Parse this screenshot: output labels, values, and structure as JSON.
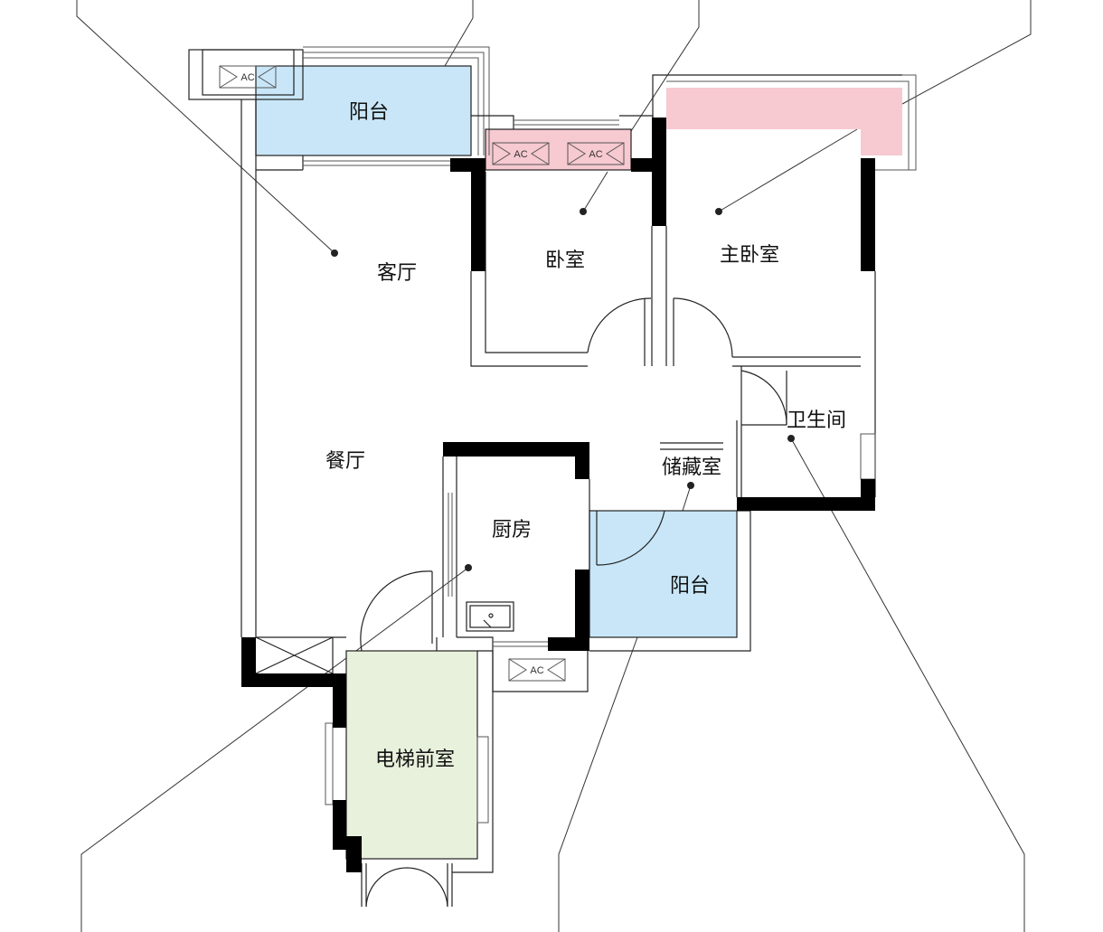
{
  "colors": {
    "balcony": "#c8e6f8",
    "ac_zone": "#f7c9d1",
    "elevator_lobby": "#e8f1dc",
    "wall": "#000000"
  },
  "rooms": {
    "balcony_north": "阳台",
    "living_room": "客厅",
    "bedroom": "卧室",
    "master_bedroom": "主卧室",
    "bathroom": "卫生间",
    "storage": "储藏室",
    "dining_room": "餐厅",
    "kitchen": "厨房",
    "balcony_south": "阳台",
    "elevator_lobby": "电梯前室"
  },
  "ac_units": [
    "AC",
    "AC",
    "AC",
    "AC"
  ]
}
